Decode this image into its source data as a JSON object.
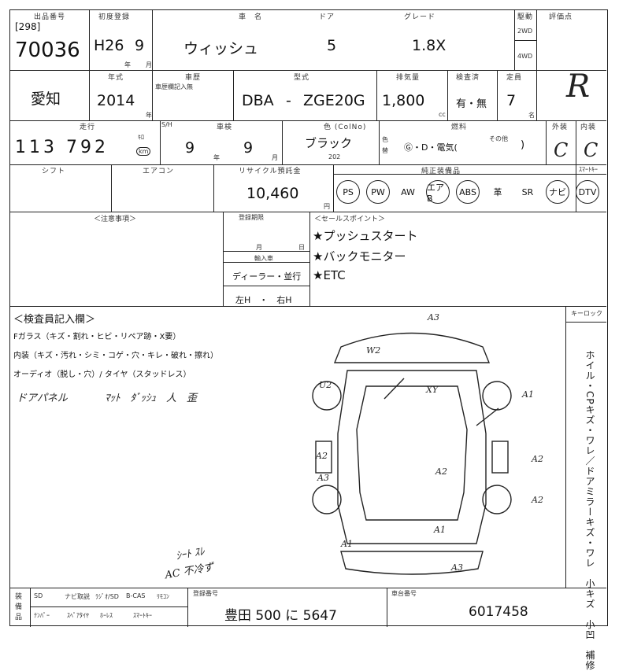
{
  "header": {
    "lot_label": "出品番号",
    "lot_bracket": "[298]",
    "lot_no": "70036",
    "first_reg_label": "初度登録",
    "first_reg": "H26",
    "first_reg_month": "9",
    "year_mark": "年",
    "month_mark": "月",
    "car_name_label": "車　名",
    "car_name": "ウィッシュ",
    "door_label": "ドア",
    "doors": "5",
    "grade_label": "グレード",
    "grade": "1.8X",
    "drive_label": "駆動",
    "drive_2wd": "2WD",
    "drive_4wd": "4WD",
    "score_label": "評価点",
    "score": "R"
  },
  "row2": {
    "region": "愛知",
    "year_label": "年式",
    "year": "2014",
    "year_unit": "年",
    "history_label": "車歴",
    "history_sub": "車歴欄記入無",
    "model_label": "型式",
    "model_prefix": "DBA",
    "model_dash": "-",
    "model": "ZGE20G",
    "displacement_label": "排気量",
    "displacement": "1,800",
    "cc_unit": "cc",
    "inspection_label": "検査済",
    "inspection_value": "有・無",
    "capacity_label": "定員",
    "capacity": "7",
    "capacity_unit": "名"
  },
  "row3": {
    "mileage_label": "走行",
    "mileage": "113 792",
    "mileage_unit_top": "ｷﾛ",
    "mileage_unit_badge": "km",
    "shaken_label": "車検",
    "shaken_yr_label": "S/H",
    "shaken_year": "9",
    "shaken_month": "9",
    "color_label": "色 (ColNo)",
    "color": "ブラック",
    "color_no": "202",
    "color_change_label": "色替",
    "fuel_label": "燃料",
    "fuel_options": "Ⓖ・D・電気(",
    "fuel_other": "その他",
    "fuel_close": ")",
    "exterior_label": "外装",
    "exterior": "C",
    "interior_label": "内装",
    "interior": "C"
  },
  "row4": {
    "shift_label": "シフト",
    "aircon_label": "エアコン",
    "recycle_label": "リサイクル預託金",
    "recycle": "10,460",
    "yen": "円",
    "equipment_label": "純正装備品",
    "equipment": [
      "PS",
      "PW",
      "AW",
      "エアB",
      "ABS",
      "革",
      "SR",
      "ナビ",
      "DTV"
    ],
    "equipment_circled": [
      true,
      true,
      false,
      true,
      true,
      false,
      false,
      true,
      true
    ],
    "smart_key_label": "ｽﾏｰﾄｷｰ"
  },
  "row5": {
    "remarks_label": "＜注意事項＞",
    "import_label": "登録期限",
    "month_label": "月",
    "day_label": "日",
    "import_car_label": "輸入車",
    "dealer": "ディーラー・並行",
    "steering": "左H　・　右H",
    "sales_label": "＜セールスポイント＞",
    "sales_points": [
      "★プッシュスタート",
      "★バックモニター",
      "★ETC"
    ]
  },
  "inspection": {
    "title": "＜検査員記入欄＞",
    "line1": "Fガラス（キズ・割れ・ヒビ・リペア跡・X要）",
    "line2": "内装（キズ・汚れ・シミ・コゲ・穴・キレ・破れ・擦れ）",
    "line3": "オーディオ（脱し・穴）/ タイヤ（スタッドレス）",
    "handwritten1": "ドアパネル",
    "handwritten2": "ﾏｯﾄ　ﾀﾞｯｼｭ　人　歪",
    "handwritten3": "ｼｰﾄ ｽﾚ",
    "handwritten4": "AC 不冷ず",
    "keylock_label": "キーロック",
    "side_legend": "ホイル・CPキズ・ワレ／ドアミラーキズ・ワレ　小キズ　小凹　補修"
  },
  "diagram_marks": [
    "A3",
    "W2",
    "U2",
    "XY",
    "A1",
    "A2",
    "A2",
    "A3",
    "A2",
    "A2",
    "A1",
    "A1",
    "A3"
  ],
  "footer": {
    "accessory_label": "装備品",
    "items_top": [
      "SD",
      "ナビ取説",
      "ﾗｼﾞｵ/SD",
      "B-CAS",
      "ﾘﾓｺﾝ"
    ],
    "items_bottom": [
      "ﾃﾝﾊﾟｰ",
      "ｽﾍﾟｱﾀｲﾔ",
      "ﾎｰﾚｽ",
      "ｽﾏｰﾄｷｰ"
    ],
    "plate_label": "登録番号",
    "plate": "豊田 500 に 5647",
    "chassis_label": "車台番号",
    "chassis": "6017458"
  }
}
